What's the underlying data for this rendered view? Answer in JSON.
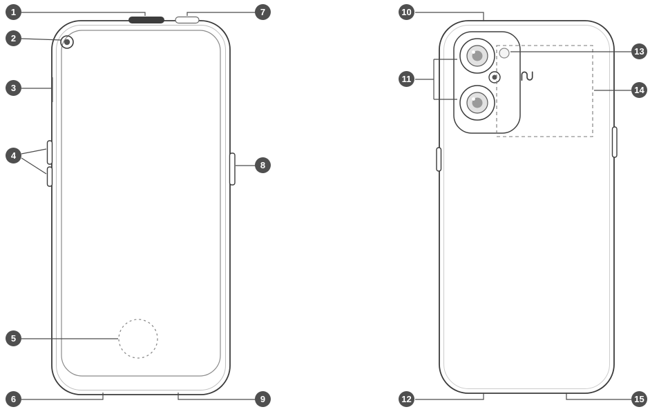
{
  "colors": {
    "badge-bg": "#4f4f4f",
    "badge-text": "#ffffff",
    "outline": "#3a3a3a",
    "callout-line": "#4a4a4a"
  },
  "callouts": [
    "1",
    "2",
    "3",
    "4",
    "5",
    "6",
    "7",
    "8",
    "9",
    "10",
    "11",
    "12",
    "13",
    "14",
    "15"
  ],
  "icons": {
    "nfc": "nfc-n-mark"
  }
}
